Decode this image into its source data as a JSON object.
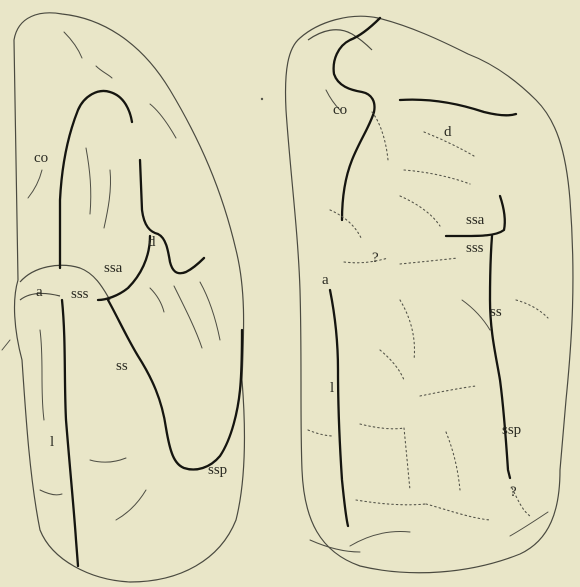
{
  "figure": {
    "left_brain": {
      "labels": {
        "co": "co",
        "a": "a",
        "sss": "sss",
        "ssa": "ssa",
        "d": "d",
        "ss": "ss",
        "l": "l",
        "ssp": "ssp"
      }
    },
    "right_brain": {
      "labels": {
        "co": "co",
        "d": "d",
        "ssa": "ssa",
        "sss": "sss",
        "a": "a",
        "q": "?",
        "ss": "ss",
        "l": "l",
        "ssp": "ssp",
        "q2": "?"
      }
    }
  }
}
